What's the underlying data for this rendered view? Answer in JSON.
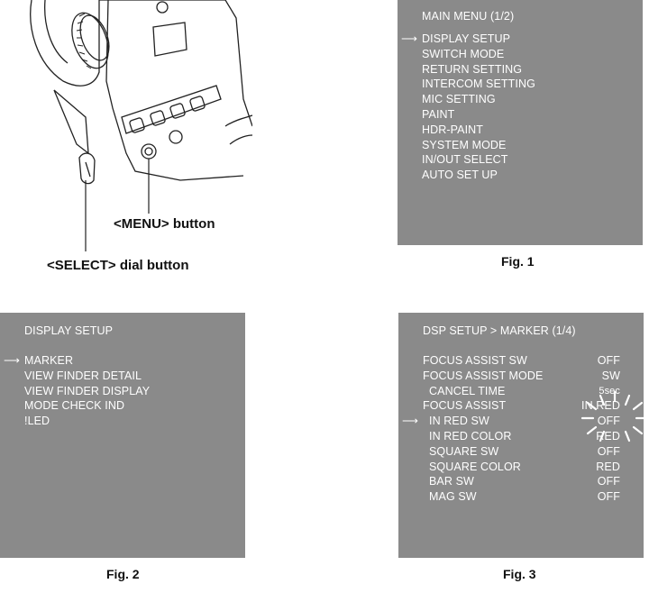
{
  "illustration": {
    "menu_button_label": "<MENU> button",
    "select_dial_label": "<SELECT> dial button"
  },
  "fig1": {
    "title": "MAIN MENU (1/2)",
    "arrow_glyph": "⟶",
    "selected_index": 0,
    "items": [
      "DISPLAY SETUP",
      "SWITCH MODE",
      "RETURN SETTING",
      "INTERCOM SETTING",
      "MIC SETTING",
      "PAINT",
      "HDR-PAINT",
      "SYSTEM MODE",
      "IN/OUT SELECT",
      "AUTO SET UP"
    ],
    "caption": "Fig. 1"
  },
  "fig2": {
    "title": "DISPLAY SETUP",
    "arrow_glyph": "⟶",
    "selected_index": 0,
    "items": [
      "MARKER",
      "VIEW FINDER DETAIL",
      "VIEW FINDER DISPLAY",
      "MODE CHECK IND",
      "!LED"
    ],
    "caption": "Fig. 2"
  },
  "fig3": {
    "title": "DSP SETUP > MARKER (1/4)",
    "arrow_glyph": "⟶",
    "selected_index": 4,
    "rows": [
      {
        "label": "FOCUS ASSIST SW",
        "value": "OFF",
        "indent": false
      },
      {
        "label": "FOCUS ASSIST MODE",
        "value": "SW",
        "indent": false
      },
      {
        "label": "CANCEL TIME",
        "value": "5sec",
        "indent": true
      },
      {
        "label": "FOCUS ASSIST",
        "value": "IN RED",
        "indent": false
      },
      {
        "label": "IN RED SW",
        "value": "OFF",
        "indent": true
      },
      {
        "label": "IN RED COLOR",
        "value": "RED",
        "indent": true
      },
      {
        "label": "SQUARE SW",
        "value": "OFF",
        "indent": true
      },
      {
        "label": "SQUARE COLOR",
        "value": "RED",
        "indent": true
      },
      {
        "label": "BAR SW",
        "value": "OFF",
        "indent": true
      },
      {
        "label": "MAG SW",
        "value": "OFF",
        "indent": true
      }
    ],
    "caption": "Fig. 3"
  }
}
